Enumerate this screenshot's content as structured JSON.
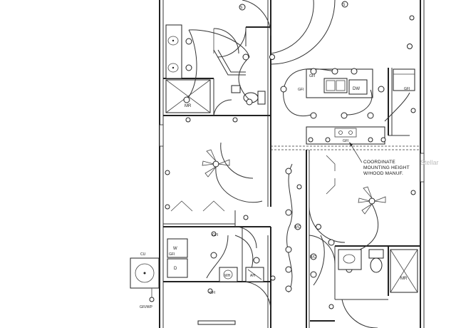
{
  "labels": {
    "gfi": "GFI",
    "gfi_wp": "GFI/WP",
    "mr": "MR",
    "cu": "CU",
    "bc": "B/C",
    "switch": "S",
    "dw": "DW",
    "w": "W",
    "d": "D",
    "ah": "AH",
    "wh": "WH"
  },
  "note": {
    "line1": "COORDINATE",
    "line2": "MOUNTING HEIGHT",
    "line3": "W/HOOD MANUF."
  },
  "watermark": "Stellar"
}
